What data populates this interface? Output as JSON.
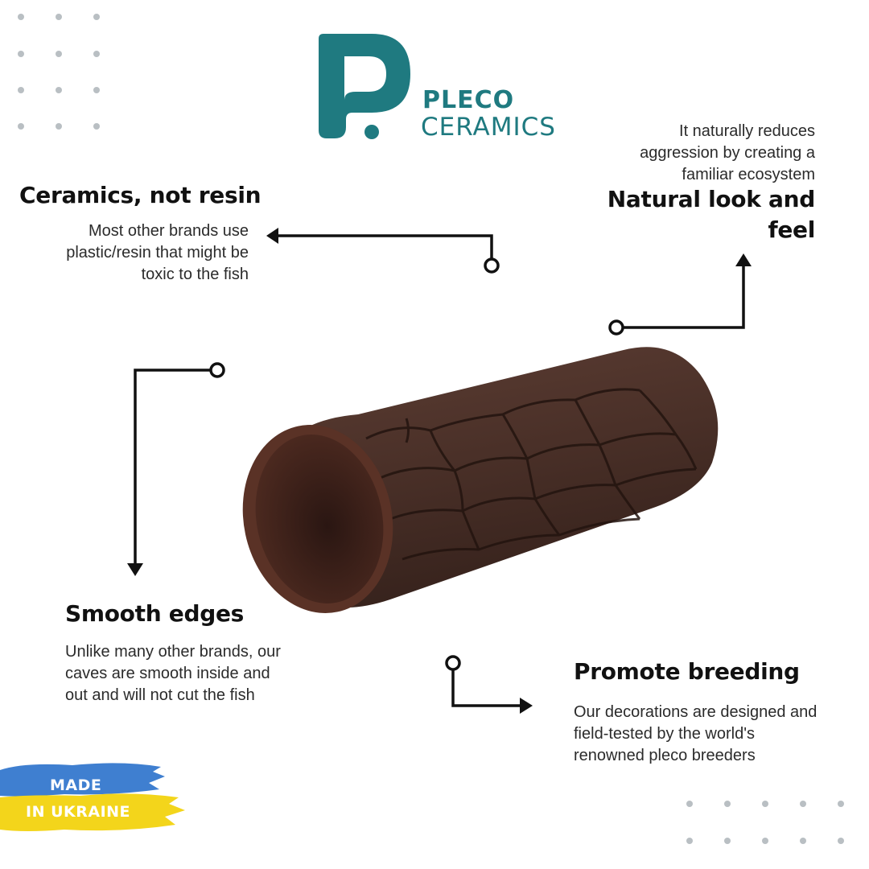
{
  "brand": {
    "line1": "PLECO",
    "line2": "CERAMICS",
    "color": "#1f7a80",
    "logo_icon": "pleco-p-logo-icon"
  },
  "features": {
    "ceramics": {
      "title": "Ceramics, not resin",
      "lines": [
        "Most other brands use",
        "plastic/resin that might be",
        "toxic to the fish"
      ]
    },
    "natural": {
      "title_lines": [
        "Natural look and",
        "feel"
      ],
      "lines": [
        "It naturally reduces",
        "aggression by creating a",
        "familiar ecosystem"
      ]
    },
    "smooth": {
      "title": "Smooth edges",
      "lines": [
        "Unlike many other brands, our",
        "caves are smooth inside and",
        "out and will not cut the fish"
      ]
    },
    "breeding": {
      "title": "Promote breeding",
      "lines": [
        "Our decorations are designed and",
        "field-tested by the world's",
        "renowned  pleco breeders"
      ]
    }
  },
  "badge": {
    "line1": "MADE",
    "line2": "IN UKRAINE",
    "colors": {
      "blue": "#3f7fd0",
      "yellow": "#f3d51b"
    }
  },
  "product": {
    "name": "ceramic-cave-tube",
    "color": "#4a3028"
  }
}
